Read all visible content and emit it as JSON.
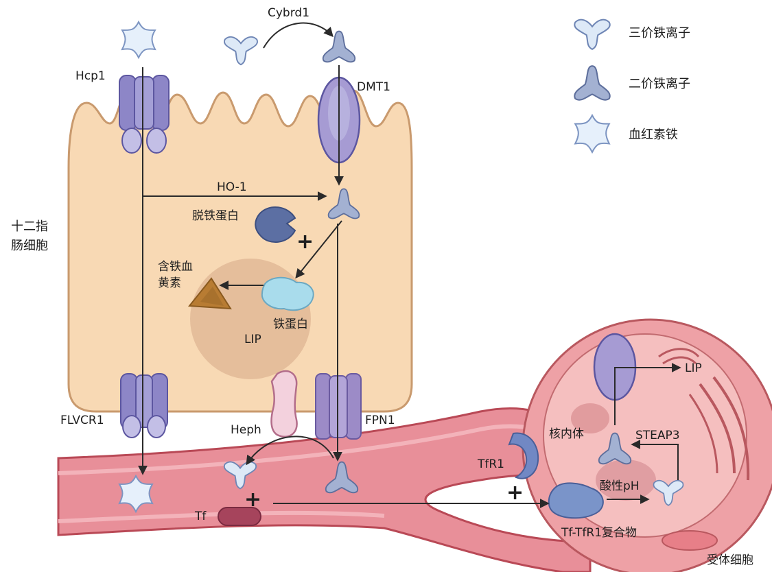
{
  "legend": {
    "ferric": "三价铁离子",
    "ferrous": "二价铁离子",
    "heme_iron": "血红素铁"
  },
  "labels": {
    "cybrd1": "Cybrd1",
    "hcp1": "Hcp1",
    "dmt1": "DMT1",
    "ho1": "HO-1",
    "apoferritin": "脱铁蛋白",
    "duodenal_cell_line1": "十二指",
    "duodenal_cell_line2": "肠细胞",
    "hemosiderin_line1": "含铁血",
    "hemosiderin_line2": "黄素",
    "ferritin": "铁蛋白",
    "lip": "LIP",
    "flvcr1": "FLVCR1",
    "heph": "Heph",
    "fpn1": "FPN1",
    "tf": "Tf",
    "tfr1": "TfR1",
    "endosome": "核内体",
    "steap3": "STEAP3",
    "acidic_ph": "酸性pH",
    "tf_tfr1_complex": "Tf-TfR1复合物",
    "lip_target": "LIP",
    "receptor_cell": "受体细胞",
    "plus": "+"
  },
  "colors": {
    "cell_fill": "#f8d9b4",
    "cell_stroke": "#c99a6e",
    "nucleus": "#e2b897",
    "ferric_fill": "#dde9f7",
    "ferrous_fill": "#a3b1d2",
    "transporter": "#8d86c7",
    "transporter_light": "#c3bfe6",
    "vessel": "#e88f99",
    "vessel_dark": "#b94956",
    "receptor_cell": "#eea1a6",
    "apoferritin": "#5c6fa3",
    "ferritin": "#a9dcec",
    "hemosiderin": "#b87c33",
    "tf": "#a6445c",
    "heph": "#f3d1dd"
  }
}
